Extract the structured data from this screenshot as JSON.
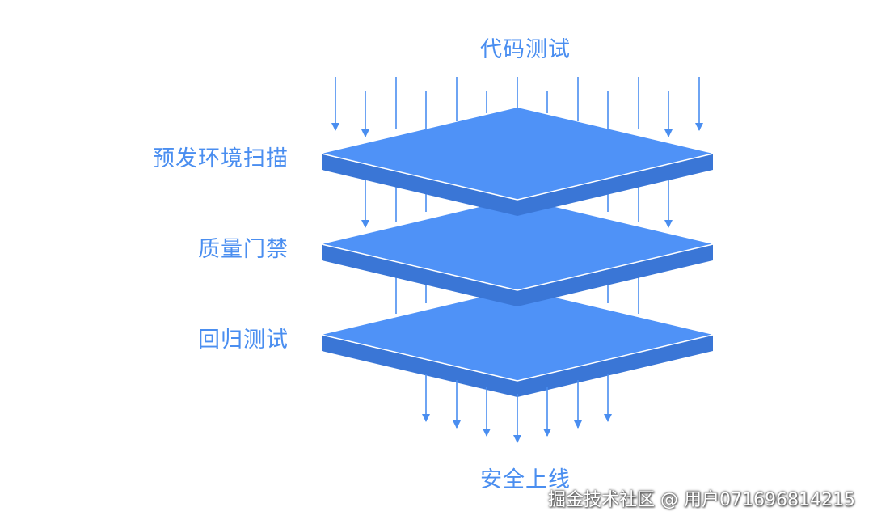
{
  "input_label": "代码测试",
  "layers": [
    {
      "label": "预发环境扫描"
    },
    {
      "label": "质量门禁"
    },
    {
      "label": "回归测试"
    }
  ],
  "output_label": "安全上线",
  "watermark": "掘金技术社区 @ 用户071696814215",
  "colors": {
    "text": "#4a8ef0",
    "layer_top": "#4f92f7",
    "layer_side": "#3a76d6",
    "arrow": "#4a8ef0",
    "edge": "#ffffff"
  }
}
